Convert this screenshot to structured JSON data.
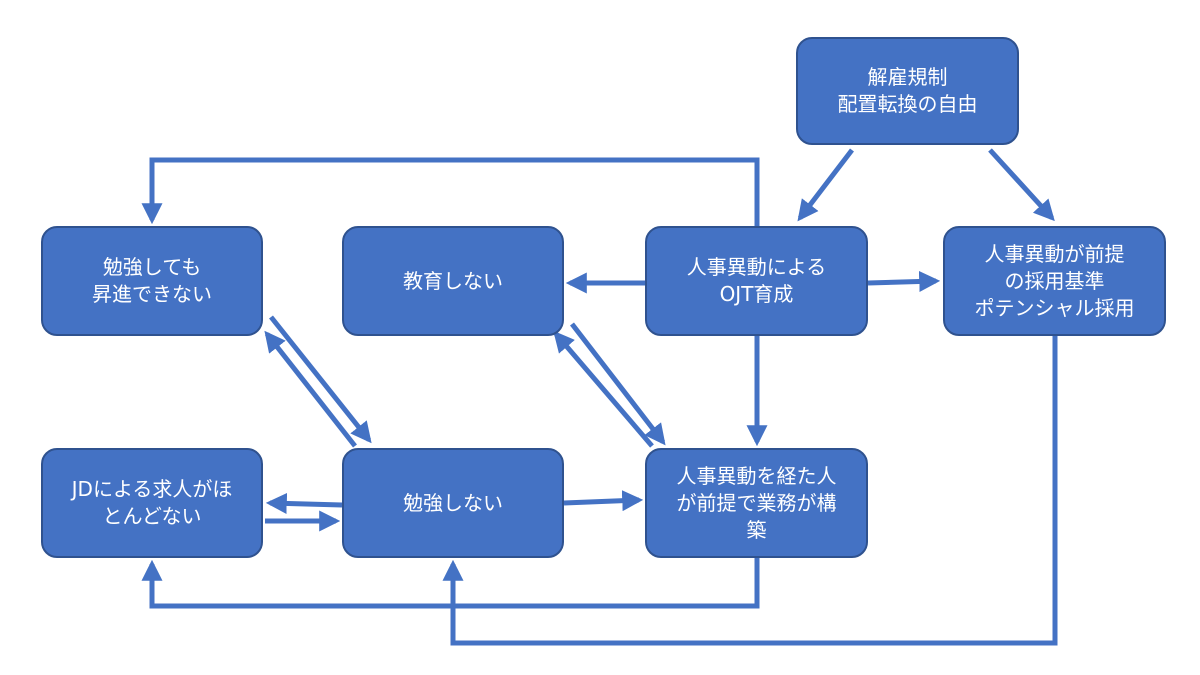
{
  "nodes": {
    "kaiko": {
      "lines": [
        "解雇規制",
        "配置転換の自由"
      ]
    },
    "benkyou_shoushin": {
      "lines": [
        "勉強しても",
        "昇進できない"
      ]
    },
    "kyouiku": {
      "lines": [
        "教育しない"
      ]
    },
    "ojt": {
      "lines": [
        "人事異動による",
        "OJT育成"
      ]
    },
    "saiyou": {
      "lines": [
        "人事異動が前提",
        "の採用基準",
        "ポテンシャル採用"
      ]
    },
    "jd": {
      "lines": [
        "JDによる求人がほ",
        "とんどない"
      ]
    },
    "benkyou": {
      "lines": [
        "勉強しない"
      ]
    },
    "gyoumu": {
      "lines": [
        "人事異動を経た人",
        "が前提で業務が構",
        "築"
      ]
    }
  },
  "colors": {
    "node_fill": "#4472c4",
    "node_border": "#2f528f",
    "node_text": "#ffffff",
    "edge": "#4472c4",
    "background": "#ffffff"
  }
}
